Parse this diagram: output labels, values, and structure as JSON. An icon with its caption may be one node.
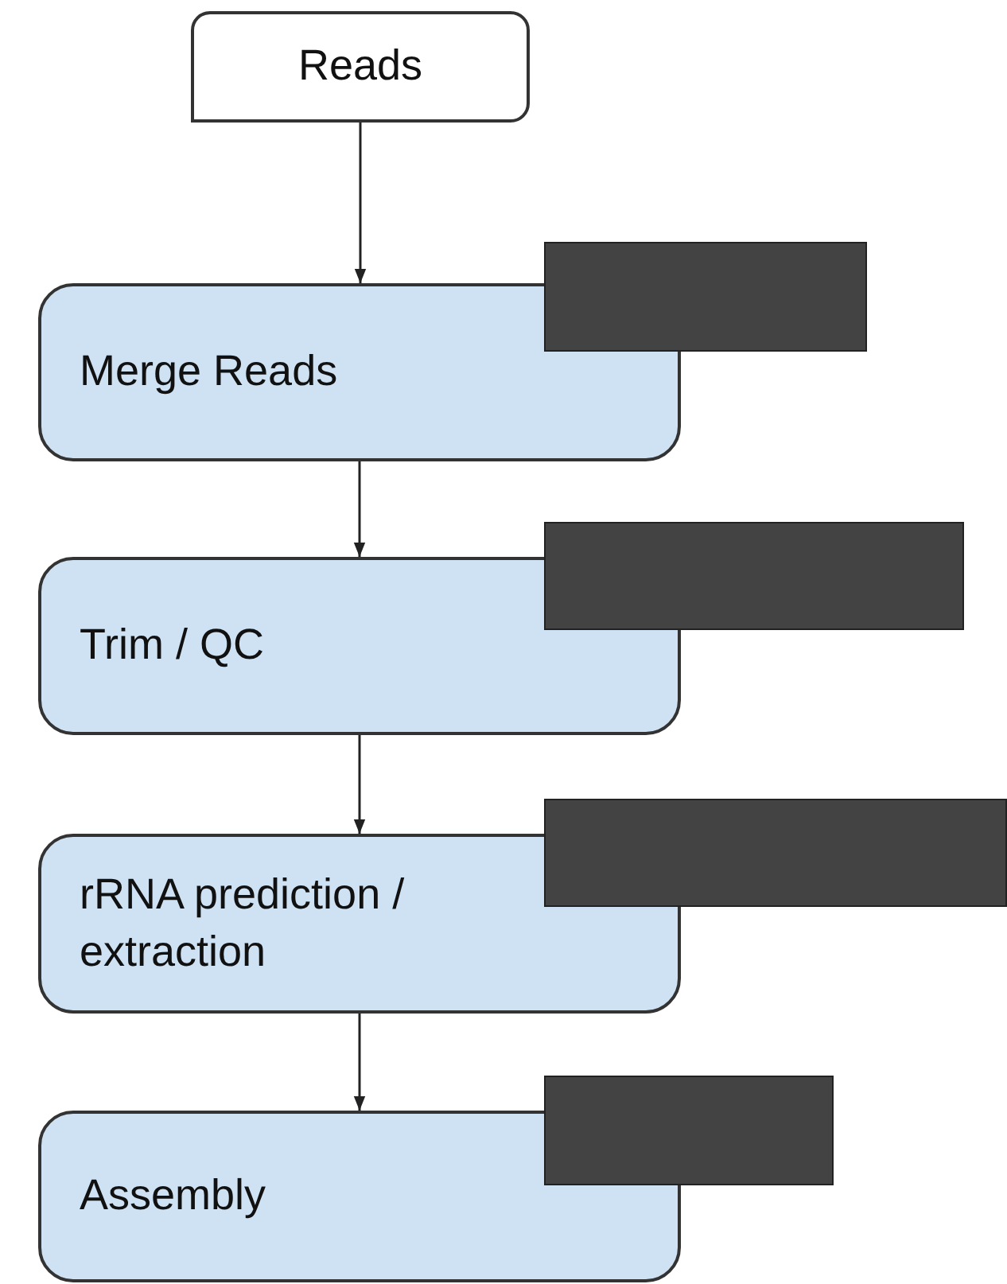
{
  "diagram": {
    "nodes": [
      {
        "text": [
          "Reads"
        ]
      },
      {
        "text": [],
        "shape": "box"
      },
      {
        "text": [
          "Merge Reads"
        ]
      },
      {
        "text": [],
        "shape": "box"
      },
      {
        "text": [
          "Trim / QC"
        ]
      },
      {
        "text": [],
        "shape": "box"
      },
      {
        "text": [
          "rRNA prediction / extraction"
        ]
      },
      {
        "text": [],
        "shape": "box"
      },
      {
        "text": [
          "Assembly"
        ]
      }
    ],
    "edges": [
      {
        "from": 0,
        "to": 2,
        "arrow": "to"
      },
      {
        "from": 2,
        "to": 4,
        "arrow": "to"
      },
      {
        "from": 4,
        "to": 6,
        "arrow": "to"
      },
      {
        "from": 6,
        "to": 8,
        "arrow": "to"
      }
    ]
  }
}
